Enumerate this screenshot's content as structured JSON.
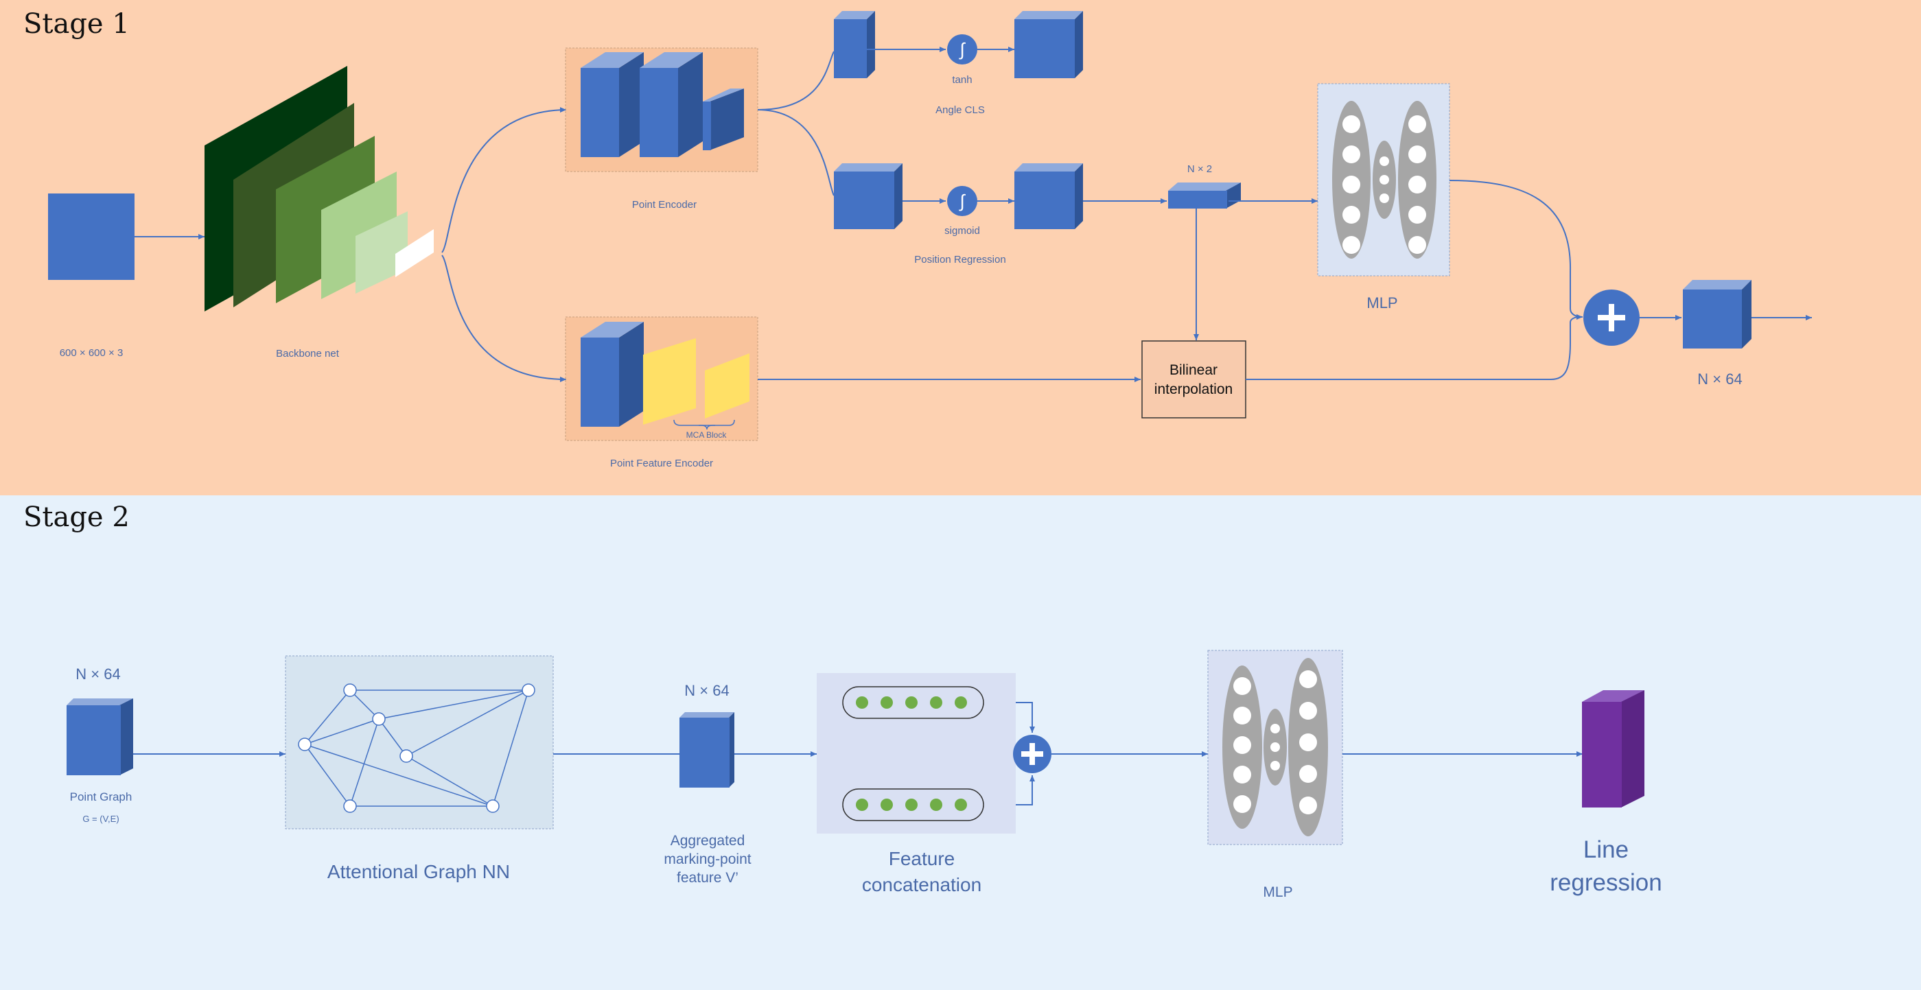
{
  "stage1": {
    "title": "Stage 1",
    "input_label": "600 × 600 × 3",
    "backbone_label": "Backbone net",
    "point_encoder_label": "Point Encoder",
    "activation_tanh": "tanh",
    "angle_cls_label": "Angle CLS",
    "activation_sigmoid": "sigmoid",
    "position_regression_label": "Position Regression",
    "n2_label": "N × 2",
    "mlp_label": "MLP",
    "bilinear_line1": "Bilinear",
    "bilinear_line2": "interpolation",
    "nx64_label": "N × 64",
    "mca_block_label": "MCA Block",
    "point_feature_encoder_label": "Point Feature Encoder"
  },
  "stage2": {
    "title": "Stage 2",
    "nx64_label_left": "N × 64",
    "point_graph_label": "Point Graph",
    "graph_def_label": "G = (V,E)",
    "attentional_gnn_label": "Attentional Graph NN",
    "nx64_label_mid": "N × 64",
    "aggregated_line1": "Aggregated",
    "aggregated_line2": "marking-point",
    "aggregated_line3": "feature V’",
    "feature_concat_line1": "Feature",
    "feature_concat_line2": "concatenation",
    "mlp_label": "MLP",
    "line_regression_line1": "Line",
    "line_regression_line2": "regression"
  },
  "colors": {
    "stage1_bg": "#fdd1b1",
    "stage2_bg": "#e6f1fb",
    "block_blue": "#4472c4",
    "block_blue_dark": "#2f5597",
    "text_blue": "#4a6aa8",
    "green_dark": "#00380e",
    "yellow": "#ffe066",
    "purple": "#7030a0",
    "dot_green": "#70ad47"
  }
}
